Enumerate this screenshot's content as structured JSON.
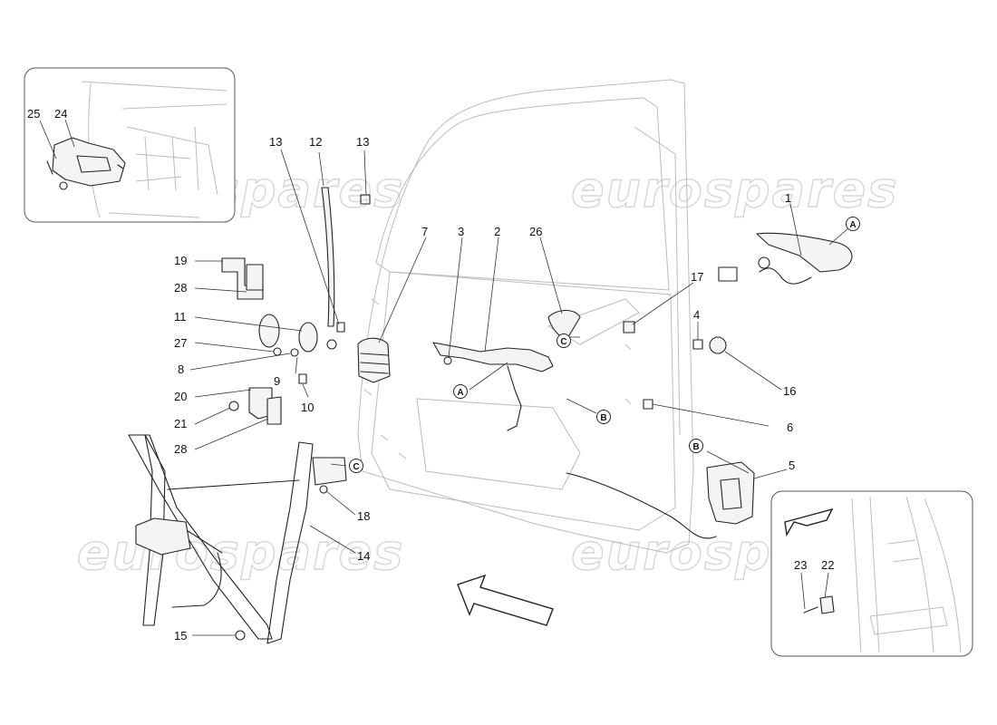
{
  "watermark": "eurospares",
  "callouts": [
    {
      "id": "25",
      "label": "25"
    },
    {
      "id": "24",
      "label": "24"
    },
    {
      "id": "13a",
      "label": "13"
    },
    {
      "id": "12",
      "label": "12"
    },
    {
      "id": "13b",
      "label": "13"
    },
    {
      "id": "19",
      "label": "19"
    },
    {
      "id": "28a",
      "label": "28"
    },
    {
      "id": "11",
      "label": "11"
    },
    {
      "id": "27",
      "label": "27"
    },
    {
      "id": "8",
      "label": "8"
    },
    {
      "id": "9",
      "label": "9"
    },
    {
      "id": "10",
      "label": "10"
    },
    {
      "id": "20",
      "label": "20"
    },
    {
      "id": "21",
      "label": "21"
    },
    {
      "id": "28b",
      "label": "28"
    },
    {
      "id": "7",
      "label": "7"
    },
    {
      "id": "3",
      "label": "3"
    },
    {
      "id": "2",
      "label": "2"
    },
    {
      "id": "26",
      "label": "26"
    },
    {
      "id": "1",
      "label": "1"
    },
    {
      "id": "17",
      "label": "17"
    },
    {
      "id": "4",
      "label": "4"
    },
    {
      "id": "16",
      "label": "16"
    },
    {
      "id": "6",
      "label": "6"
    },
    {
      "id": "5",
      "label": "5"
    },
    {
      "id": "18",
      "label": "18"
    },
    {
      "id": "14",
      "label": "14"
    },
    {
      "id": "15",
      "label": "15"
    },
    {
      "id": "23",
      "label": "23"
    },
    {
      "id": "22",
      "label": "22"
    }
  ],
  "references": [
    {
      "id": "A1",
      "label": "A"
    },
    {
      "id": "A2",
      "label": "A"
    },
    {
      "id": "B1",
      "label": "B"
    },
    {
      "id": "B2",
      "label": "B"
    },
    {
      "id": "C1",
      "label": "C"
    },
    {
      "id": "C2",
      "label": "C"
    }
  ]
}
